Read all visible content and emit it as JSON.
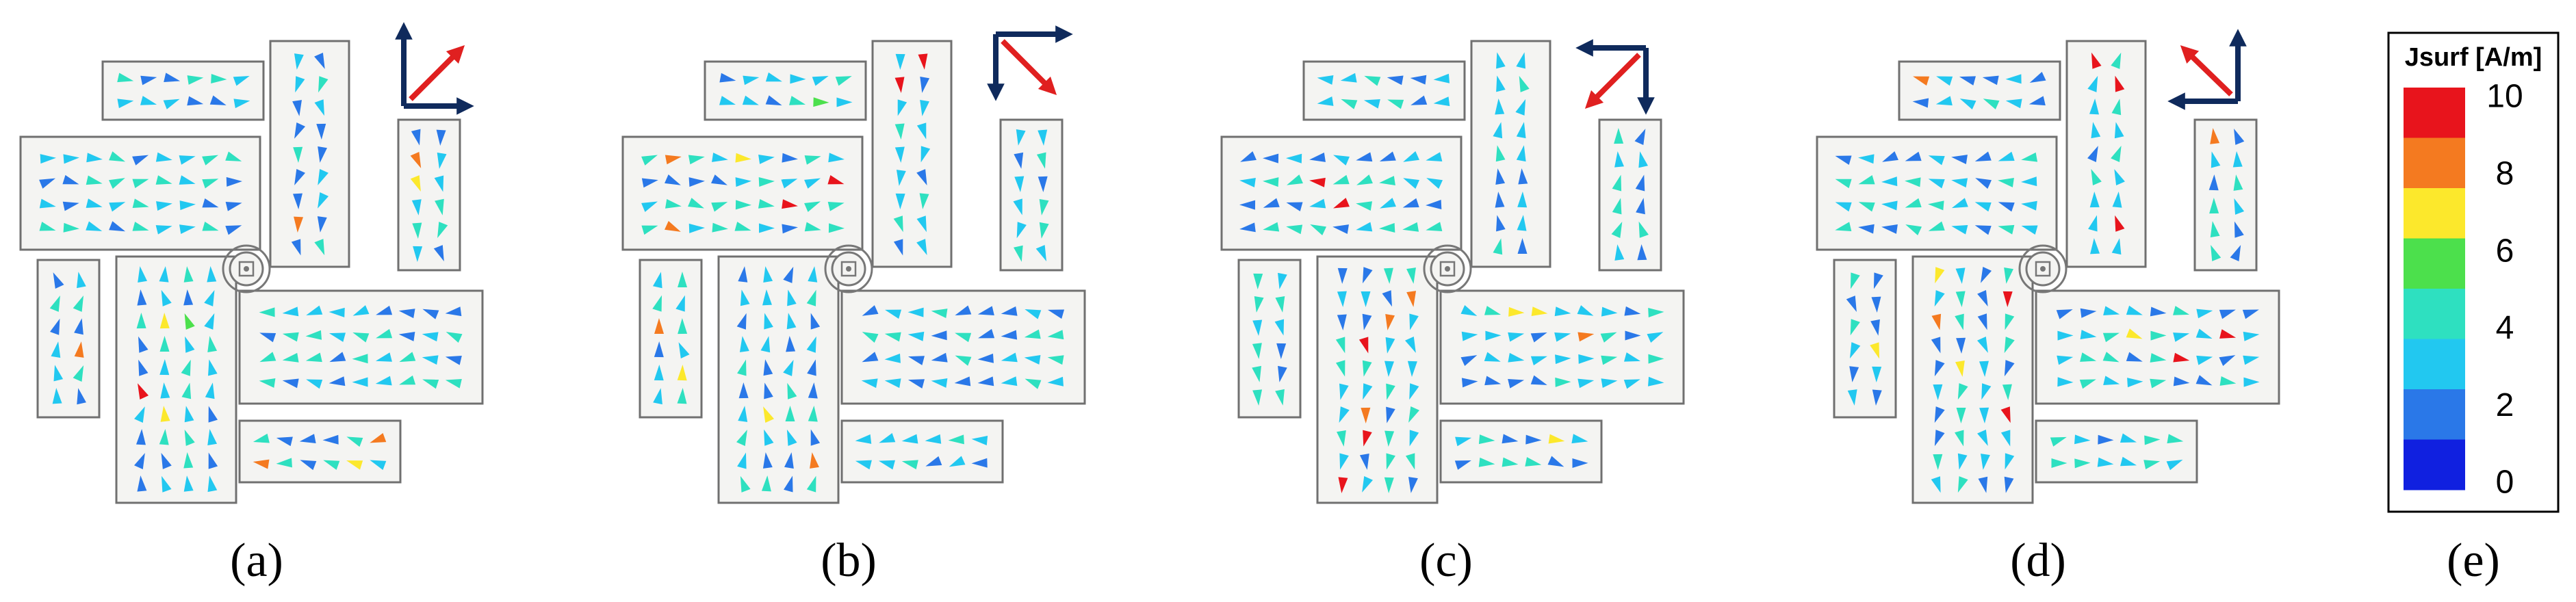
{
  "figure": {
    "panels": [
      {
        "id": "a",
        "label": "(a)",
        "arrow_mode": "ne-up-right"
      },
      {
        "id": "b",
        "label": "(b)",
        "arrow_mode": "se-down-right"
      },
      {
        "id": "c",
        "label": "(c)",
        "arrow_mode": "sw-down-left"
      },
      {
        "id": "d",
        "label": "(d)",
        "arrow_mode": "nw-up-left"
      }
    ],
    "legend": {
      "label": "(e)",
      "title": "Jsurf [A/m]",
      "ticks": [
        "10",
        "8",
        "6",
        "4",
        "2",
        "0"
      ],
      "colors": [
        "#e8141c",
        "#f47a20",
        "#fce82c",
        "#4ce04c",
        "#2ee0c0",
        "#22c8f0",
        "#2a78e8",
        "#1020e0"
      ]
    },
    "colors": {
      "vector_arrow_dark": "#0f2a5c",
      "vector_arrow_red": "#e02020",
      "plate_fill": "#f4f4f2",
      "plate_stroke": "#707070"
    }
  }
}
